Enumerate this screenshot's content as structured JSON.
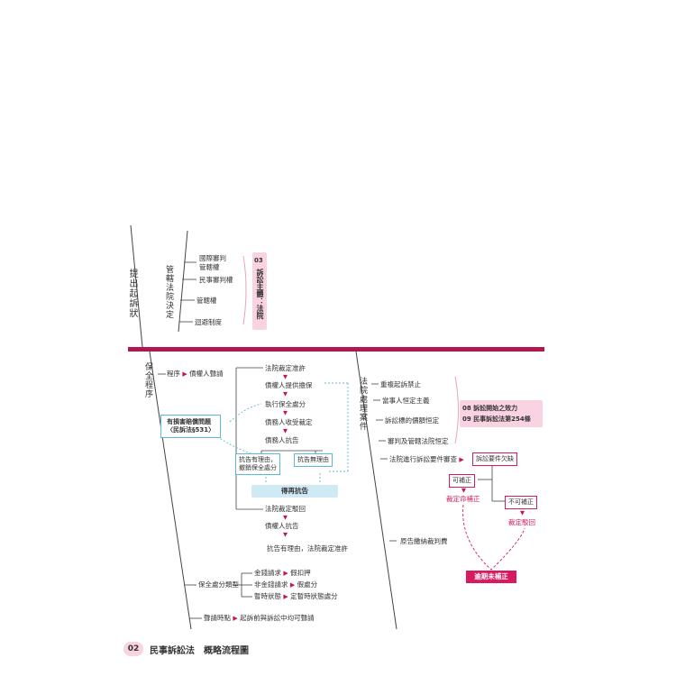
{
  "top": {
    "main_label": "提出起訴狀",
    "sub_label": "管轄法院決定",
    "items": [
      "國際審判",
      "管轄權",
      "民事審判權",
      "管轄權",
      "迴避制度"
    ],
    "badge_num": "03",
    "badge_text": "訴訟主體：法院"
  },
  "left": {
    "main_label": "保全程序",
    "program_label": "程序",
    "creditor_apply": "債權人聲請",
    "flow": [
      "法院裁定准許",
      "債權人提供擔保",
      "執行保全處分",
      "債務人收受裁定",
      "債務人抗告"
    ],
    "damage_box_line1": "有損害賠償問題",
    "damage_box_line2": "〈民訴法§531〉",
    "appeal_reason_line1": "抗告有理由，",
    "appeal_reason_line2": "撤銷保全處分",
    "appeal_no_reason": "抗告無理由",
    "reappeal": "得再抗告",
    "court_reject": "法院裁定駁回",
    "creditor_appeal": "債權人抗告",
    "appeal_permit": "抗告有理由，法院裁定准許",
    "types_label": "保全處分類型",
    "types": [
      {
        "a": "金錢請求",
        "b": "假扣押"
      },
      {
        "a": "非金錢請求",
        "b": "假處分"
      },
      {
        "a": "暫時狀態",
        "b": "定暫時狀態處分"
      }
    ],
    "timing_label": "聲請時點",
    "timing_value": "起訴前與訴訟中均可聲請"
  },
  "right": {
    "main_label": "法院處理案件",
    "items": [
      "重複起訴禁止",
      "當事人恒定主義",
      "訴訟標的價額恒定",
      "審判及管轄法院恒定"
    ],
    "ref1": "08 訴訟開始之效力",
    "ref2": "09 民事訴訟法第254條",
    "review": "法院進行訴訟要件審查",
    "defect": "訴訟要件欠缺",
    "can_fix": "可補正",
    "cannot_fix": "不可補正",
    "order_fix": "裁定命補正",
    "dismiss": "裁定駁回",
    "pay": "原告繳納裁判費",
    "overdue": "逾期未補正"
  },
  "footer": {
    "page": "02",
    "title": "民事訴訟法　概略流程圖"
  },
  "colors": {
    "accent": "#b0174f",
    "pink": "#f9d3e2",
    "blue": "#5bbad5",
    "bluebox": "#cfeaf5"
  }
}
